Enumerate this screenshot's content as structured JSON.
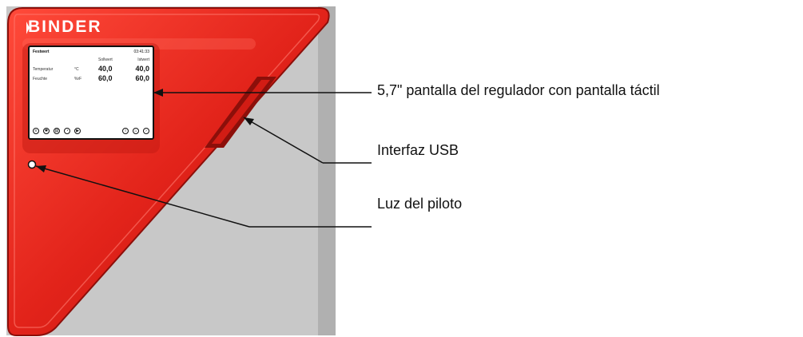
{
  "brand": "BINDER",
  "screen": {
    "mode": "Festwert",
    "time": "03:41:33",
    "columns": [
      "Sollwert",
      "Istwert"
    ],
    "rows": [
      {
        "label": "Temperatur",
        "unit": "°C",
        "setpoint": "40,0",
        "actual": "40,0"
      },
      {
        "label": "Feuchte",
        "unit": "%rF",
        "setpoint": "60,0",
        "actual": "60,0"
      }
    ]
  },
  "callouts": {
    "display": "5,7\" pantalla del regulador con pantalla táctil",
    "usb": "Interfaz USB",
    "pilot": "Luz del piloto"
  },
  "colors": {
    "housing": "#e2231a",
    "background": "#c8c8c8",
    "frame": "#a8a8a8"
  }
}
